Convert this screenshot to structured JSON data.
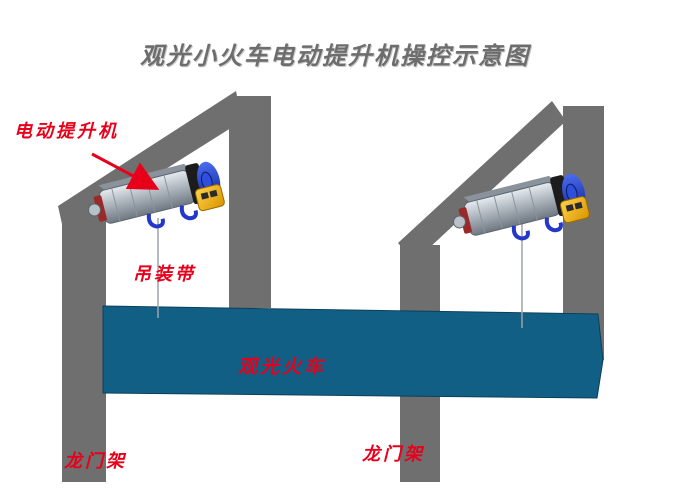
{
  "title": "观光小火车电动提升机操控示意图",
  "labels": {
    "hoist": "电动提升机",
    "sling": "吊装带",
    "train": "观光火车",
    "gantry_left": "龙门架",
    "gantry_right": "龙门架"
  },
  "colors": {
    "frame": "#6f6f6f",
    "train_body": "#125f86",
    "label_red": "#e8001a",
    "title_gray": "#6d6d6d",
    "hoist_body": "#b8c0c8",
    "hoist_motor": "#1e3fc9",
    "control_box": "#f2b000"
  },
  "icons": [
    "electric-hoist-icon",
    "pointer-arrow-icon"
  ]
}
